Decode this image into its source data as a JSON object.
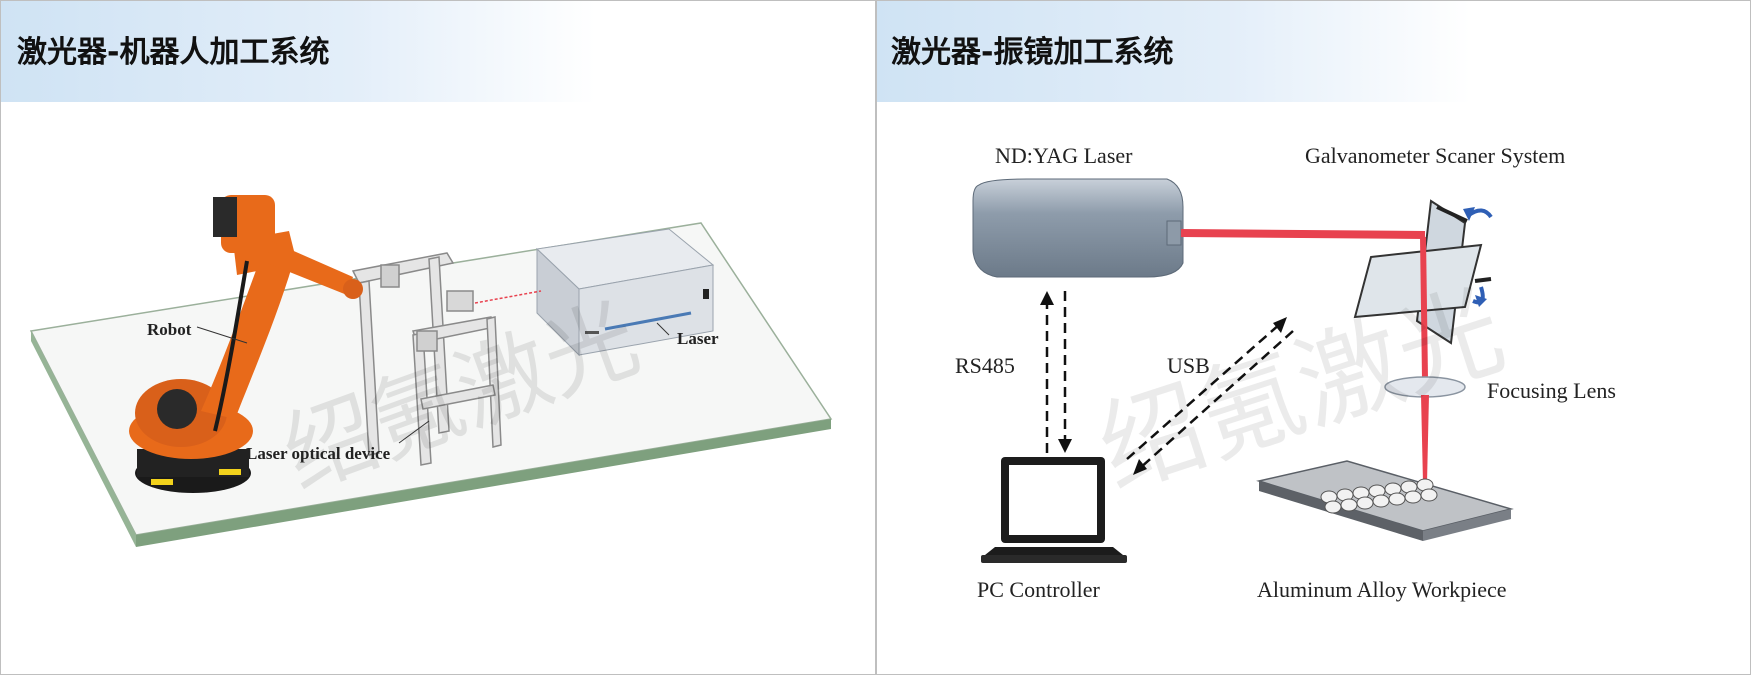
{
  "left_panel": {
    "title": "激光器-机器人加工系统",
    "labels": {
      "robot": "Robot",
      "laser": "Laser",
      "laser_optical_device": "Laser optical device"
    }
  },
  "right_panel": {
    "title": "激光器-振镜加工系统",
    "labels": {
      "nd_yag_laser": "ND:YAG Laser",
      "galvanometer": "Galvanometer Scaner System",
      "focusing_lens": "Focusing Lens",
      "rs485": "RS485",
      "usb": "USB",
      "pc_controller": "PC Controller",
      "workpiece": "Aluminum Alloy Workpiece"
    }
  },
  "watermark": "绍氪激光",
  "colors": {
    "beam": "#e8424f",
    "robot_orange": "#e86a1a",
    "laser_box": "#8a99aa",
    "platform_edge": "#7ea07e"
  }
}
